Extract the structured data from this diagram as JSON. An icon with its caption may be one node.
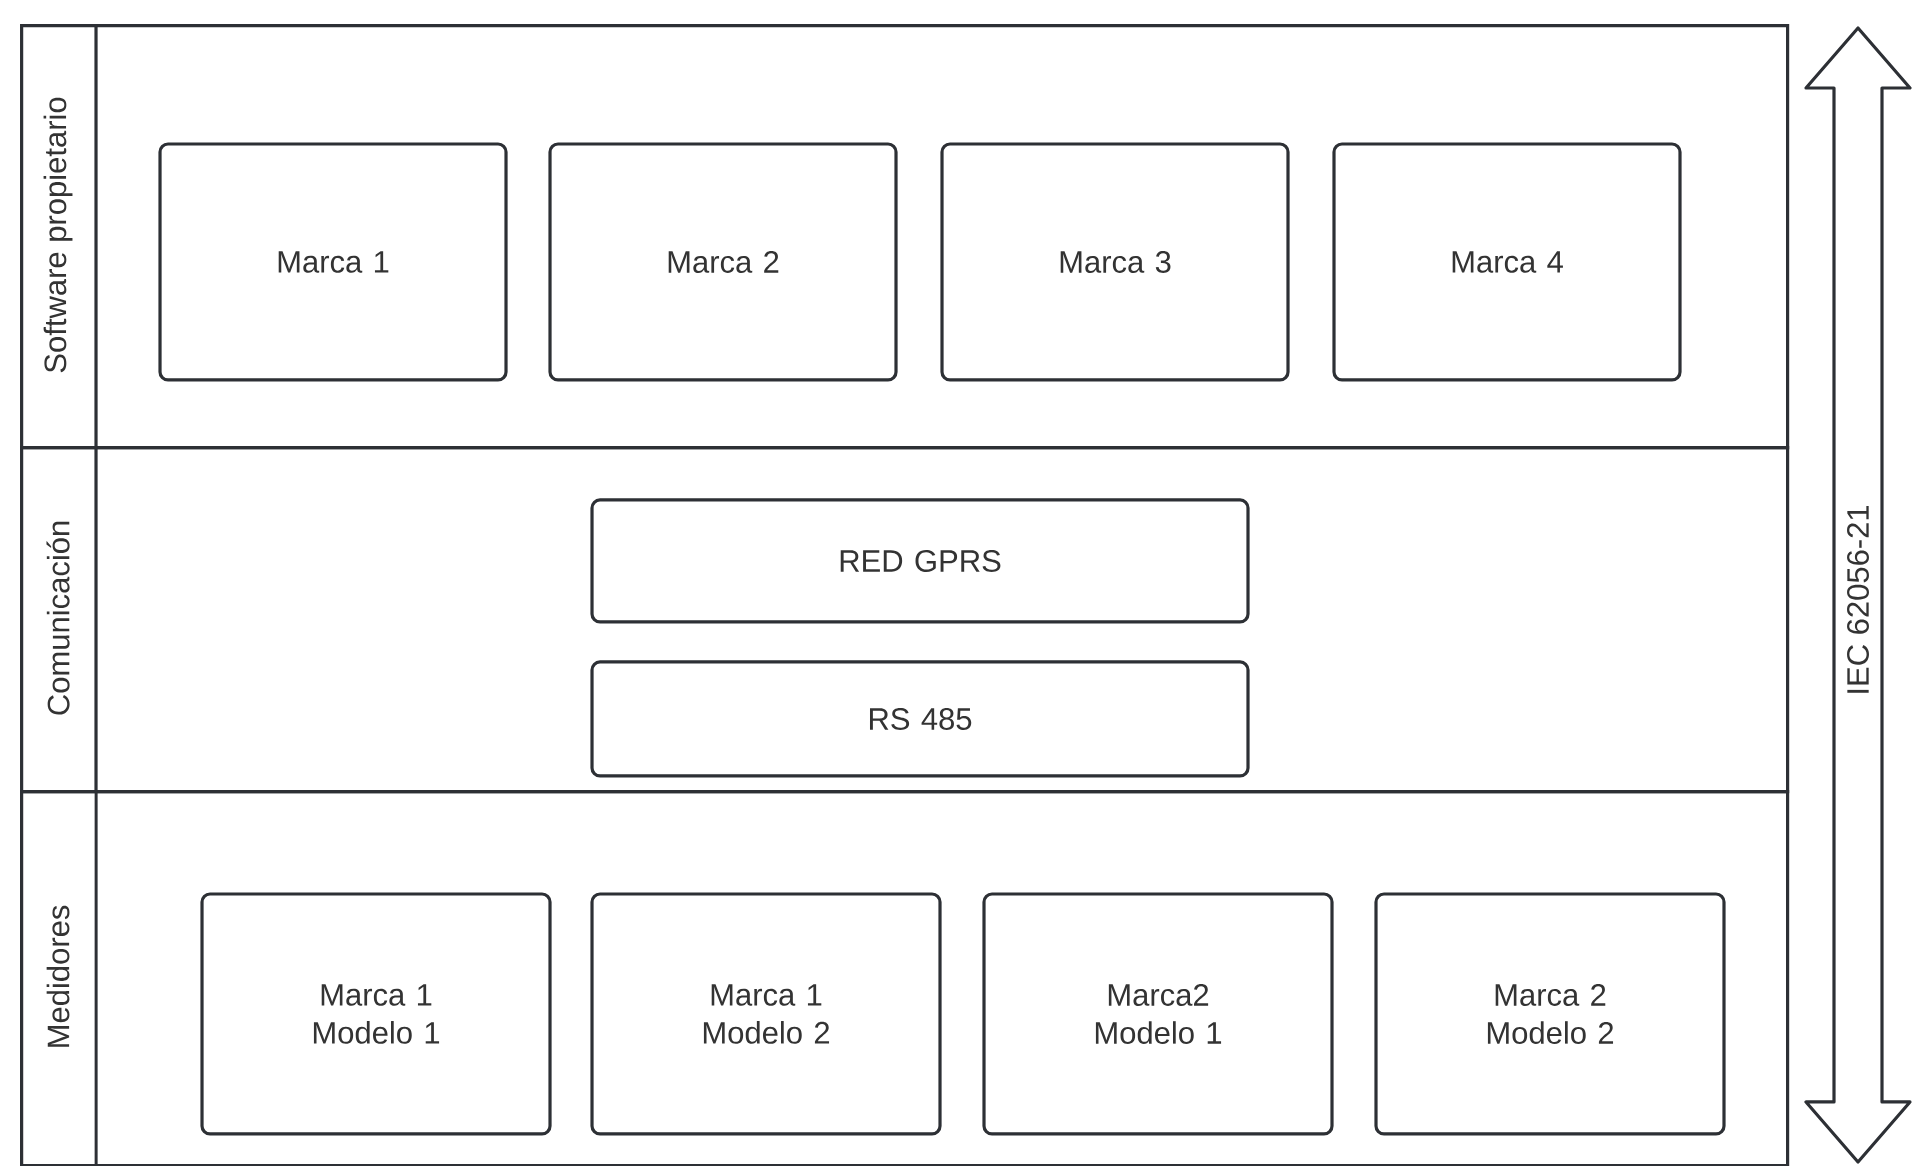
{
  "diagram": {
    "nodes": [
      {
        "text": [
          "Software propietario"
        ]
      },
      {
        "text": [
          "Marca 1"
        ],
        "in": 0
      },
      {
        "text": [
          "Marca 2"
        ],
        "in": 0
      },
      {
        "text": [
          "Marca 3"
        ],
        "in": 0
      },
      {
        "text": [
          "Marca 4"
        ],
        "in": 0
      },
      {
        "text": [
          "Comunicación"
        ]
      },
      {
        "text": [
          "RED GPRS"
        ],
        "in": 5
      },
      {
        "text": [
          "RS 485"
        ],
        "in": 5
      },
      {
        "text": [
          "Medidores"
        ]
      },
      {
        "text": [
          "Marca 1 Modelo 1"
        ],
        "in": 8
      },
      {
        "text": [
          "Marca 1 Modelo 2"
        ],
        "in": 8
      },
      {
        "text": [
          "Marca2 Modelo 1"
        ],
        "in": 8
      },
      {
        "text": [
          "Marca 2 Modelo 2"
        ],
        "in": 8
      },
      {
        "text": [
          "IEC 62056-21"
        ]
      }
    ]
  }
}
